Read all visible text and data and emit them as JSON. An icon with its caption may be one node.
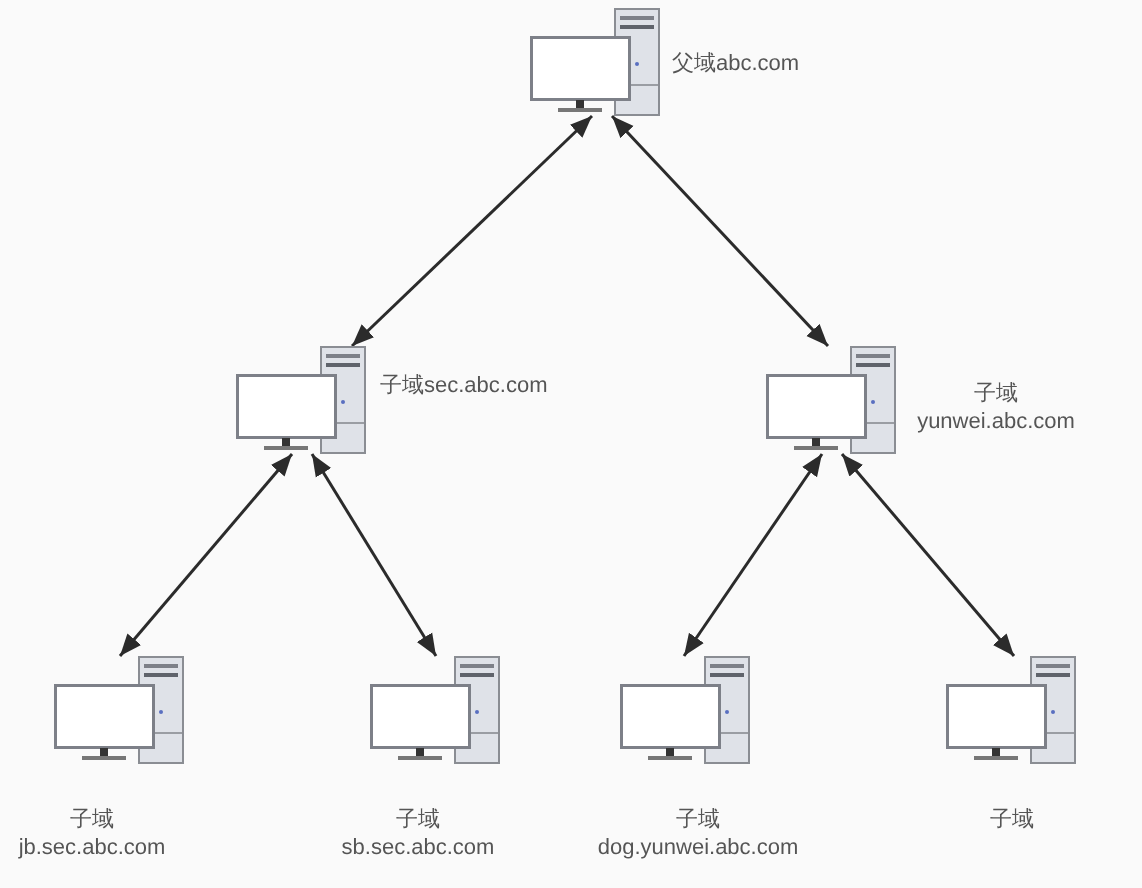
{
  "diagram": {
    "nodes": [
      {
        "text": [
          "父域abc.com"
        ]
      },
      {
        "text": [
          "子域sec.abc.com"
        ]
      },
      {
        "text": [
          "子域 yunwei.abc.com"
        ]
      },
      {
        "text": [
          "子域 jb.sec.abc.com"
        ]
      },
      {
        "text": [
          "子域 sb.sec.abc.com"
        ]
      },
      {
        "text": [
          "子域 dog.yunwei.abc.com"
        ]
      },
      {
        "text": [
          "子域"
        ]
      }
    ],
    "edges": [
      {
        "from": 0,
        "to": 1,
        "arrow": "both"
      },
      {
        "from": 0,
        "to": 2,
        "arrow": "both"
      },
      {
        "from": 1,
        "to": 3,
        "arrow": "both"
      },
      {
        "from": 1,
        "to": 4,
        "arrow": "both"
      },
      {
        "from": 2,
        "to": 5,
        "arrow": "both"
      },
      {
        "from": 2,
        "to": 6,
        "arrow": "both"
      }
    ]
  }
}
